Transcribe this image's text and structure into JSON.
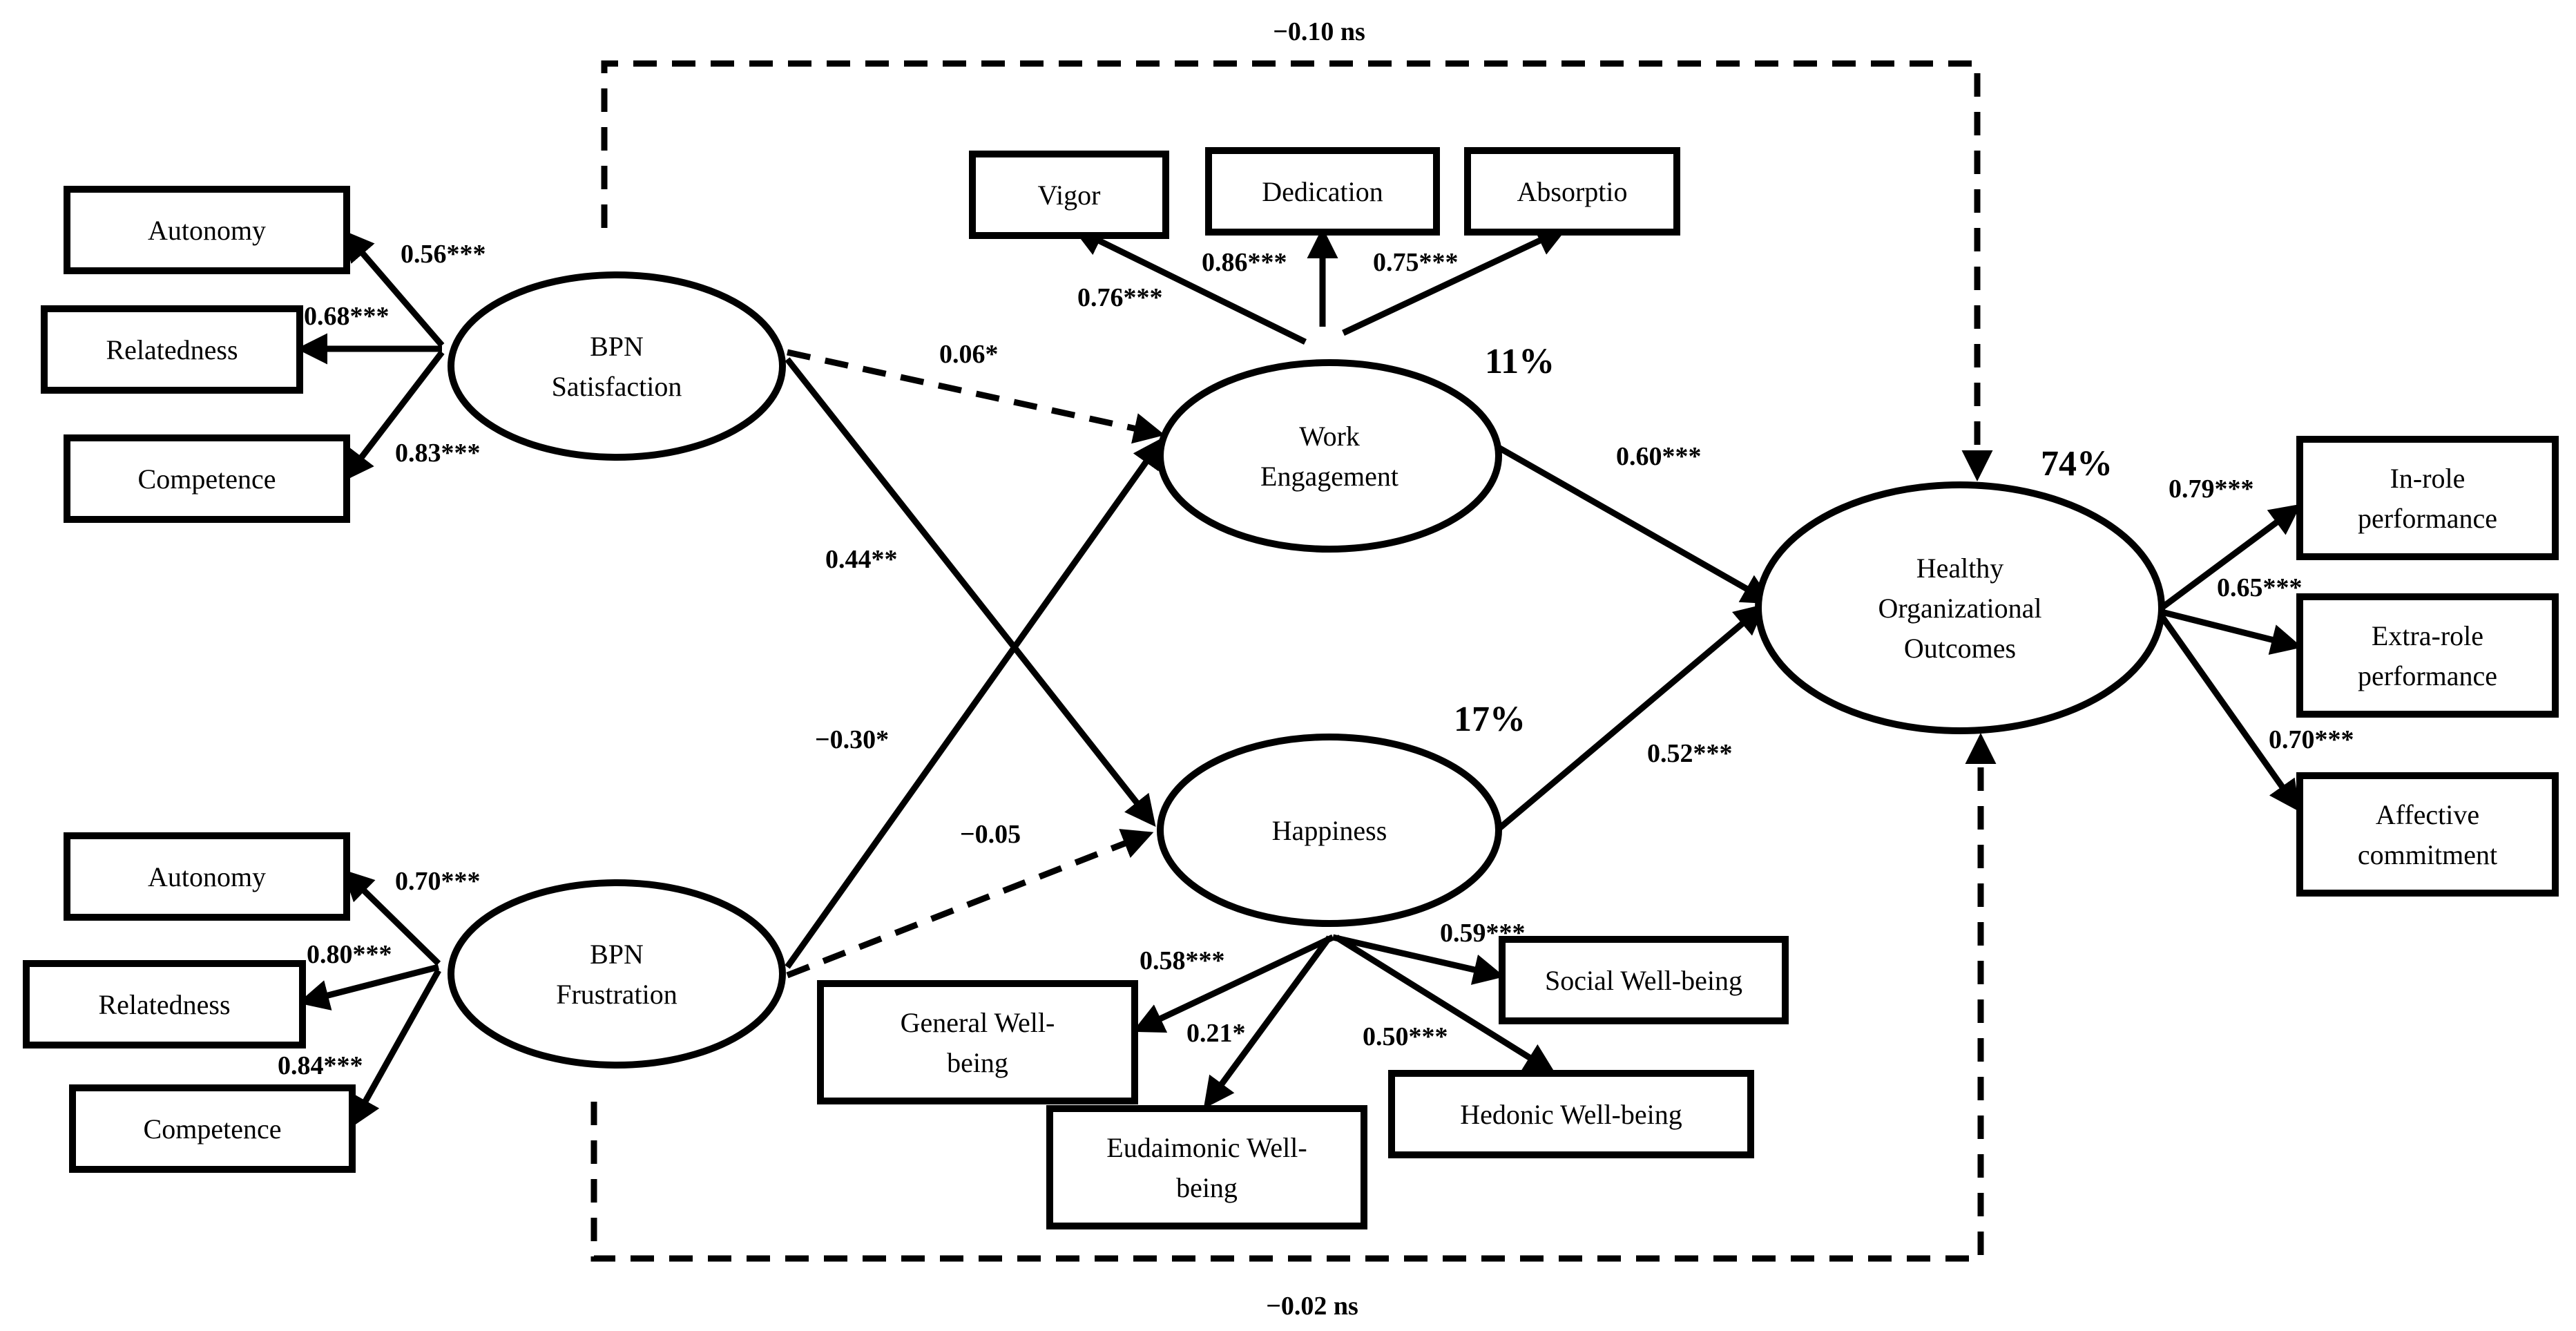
{
  "constructs": {
    "bpn_satisfaction": [
      "BPN",
      "Satisfaction"
    ],
    "bpn_frustration": [
      "BPN",
      "Frustration"
    ],
    "work_engagement": [
      "Work",
      "Engagement"
    ],
    "happiness": [
      "Happiness"
    ],
    "hoo": [
      "Healthy",
      "Organizational",
      "Outcomes"
    ]
  },
  "indicators": {
    "sat_autonomy": [
      "Autonomy"
    ],
    "sat_relatedness": [
      "Relatedness"
    ],
    "sat_competence": [
      "Competence"
    ],
    "fru_autonomy": [
      "Autonomy"
    ],
    "fru_relatedness": [
      "Relatedness"
    ],
    "fru_competence": [
      "Competence"
    ],
    "vigor": [
      "Vigor"
    ],
    "dedication": [
      "Dedication"
    ],
    "absorption": [
      "Absorptio"
    ],
    "in_role": [
      "In-role",
      "performance"
    ],
    "extra_role": [
      "Extra-role",
      "performance"
    ],
    "affective": [
      "Affective",
      "commitment"
    ],
    "general_wb": [
      "General Well-",
      "being"
    ],
    "eudaimonic_wb": [
      "Eudaimonic Well-",
      "being"
    ],
    "social_wb": [
      "Social Well-being"
    ],
    "hedonic_wb": [
      "Hedonic Well-being"
    ]
  },
  "coefficients": {
    "sat_autonomy": "0.56***",
    "sat_relatedness": "0.68***",
    "sat_competence": "0.83***",
    "fru_autonomy": "0.70***",
    "fru_relatedness": "0.80***",
    "fru_competence": "0.84***",
    "vigor": "0.76***",
    "dedication": "0.86***",
    "absorption": "0.75***",
    "sat_to_we": "0.06*",
    "sat_to_hap": "0.44**",
    "fru_to_we": "−0.30*",
    "fru_to_hap": "−0.05",
    "we_to_hoo": "0.60***",
    "hap_to_hoo": "0.52***",
    "sat_to_hoo": "−0.10 ns",
    "fru_to_hoo": "−0.02 ns",
    "in_role": "0.79***",
    "extra_role": "0.65***",
    "affective": "0.70***",
    "general_wb": "0.58***",
    "eudaimonic_wb": "0.21*",
    "social_wb": "0.59***",
    "hedonic_wb": "0.50***"
  },
  "variance_explained": {
    "work_engagement": "11%",
    "happiness": "17%",
    "hoo": "74%"
  }
}
